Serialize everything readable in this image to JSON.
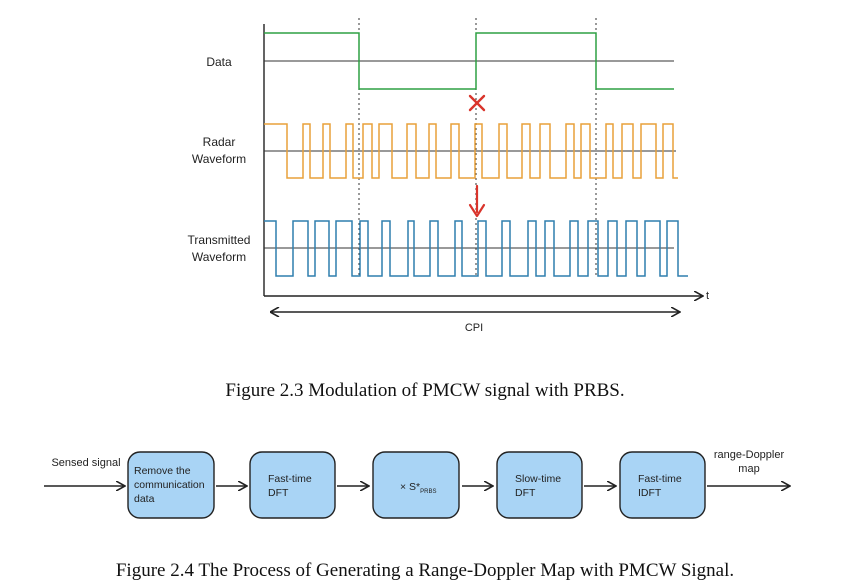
{
  "figure1": {
    "labels": {
      "data": "Data",
      "radar_line1": "Radar",
      "radar_line2": "Waveform",
      "tx_line1": "Transmitted",
      "tx_line2": "Waveform",
      "t_axis": "t",
      "cpi": "CPI"
    },
    "caption": "Figure 2.3 Modulation of PMCW signal with PRBS.",
    "colors": {
      "data": "#2ea043",
      "radar": "#e8a13a",
      "transmitted": "#2f7fae",
      "marker": "#d9342b",
      "axis": "#222222"
    },
    "data_bits": [
      1,
      0,
      1,
      0
    ],
    "icons": [
      "cross-mark-icon",
      "down-arrow-icon"
    ]
  },
  "figure2": {
    "input_label": "Sensed signal",
    "output_label_line1": "range-Doppler",
    "output_label_line2": "map",
    "blocks": [
      {
        "lines": [
          "Remove the",
          "communication",
          "data"
        ]
      },
      {
        "lines": [
          "Fast-time",
          "DFT"
        ]
      },
      {
        "lines": [
          "× S*"
        ],
        "subscript": "PRBS"
      },
      {
        "lines": [
          "Slow-time",
          "DFT"
        ]
      },
      {
        "lines": [
          "Fast-time",
          "IDFT"
        ]
      }
    ],
    "block_fill": "#a9d4f5",
    "caption": "Figure 2.4 The Process of Generating a Range-Doppler Map with PMCW Signal."
  }
}
